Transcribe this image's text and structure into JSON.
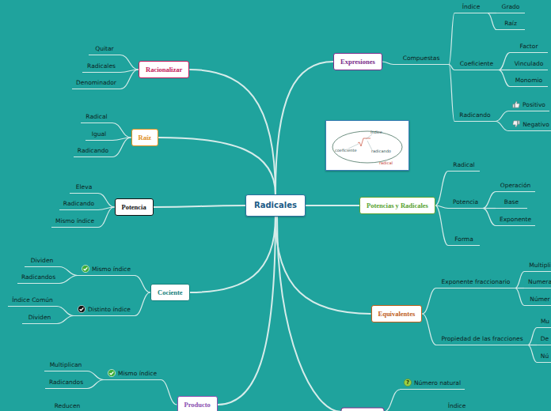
{
  "diagram": {
    "nodes": [
      {
        "text": [
          "Radicales"
        ]
      },
      {
        "text": [
          "Expresiones"
        ]
      },
      {
        "text": [
          "Compuestas"
        ]
      },
      {
        "text": [
          "Índice"
        ]
      },
      {
        "text": [
          "Grado"
        ]
      },
      {
        "text": [
          "Raíz"
        ]
      },
      {
        "text": [
          "Coeficiente"
        ]
      },
      {
        "text": [
          "Factor"
        ]
      },
      {
        "text": [
          "Vinculado"
        ]
      },
      {
        "text": [
          "Monomio"
        ]
      },
      {
        "text": [
          "Radicando"
        ]
      },
      {
        "text": [
          "Positivo"
        ]
      },
      {
        "text": [
          "Negativo"
        ]
      },
      {
        "text": [
          "índice",
          "coeficiente",
          "radicando",
          "radical"
        ]
      },
      {
        "text": [
          "Potencias y Radicales"
        ]
      },
      {
        "text": [
          "Radical"
        ]
      },
      {
        "text": [
          "Potencia"
        ]
      },
      {
        "text": [
          "Operación"
        ]
      },
      {
        "text": [
          "Base"
        ]
      },
      {
        "text": [
          "Exponente"
        ]
      },
      {
        "text": [
          "Forma"
        ]
      },
      {
        "text": [
          "Equivalentes"
        ]
      },
      {
        "text": [
          "Exponente fraccionario"
        ]
      },
      {
        "text": [
          "Multipli"
        ]
      },
      {
        "text": [
          "Numera"
        ]
      },
      {
        "text": [
          "Númer"
        ]
      },
      {
        "text": [
          "Propiedad de las fracciones"
        ]
      },
      {
        "text": [
          "Mu"
        ]
      },
      {
        "text": [
          "De"
        ]
      },
      {
        "text": [
          "Nú"
        ]
      },
      {
        "text": [
          "Número natural"
        ]
      },
      {
        "text": [
          "Índice"
        ]
      },
      {
        "text": [
          "Racionalizar"
        ]
      },
      {
        "text": [
          "Quitar"
        ]
      },
      {
        "text": [
          "Radicales"
        ]
      },
      {
        "text": [
          "Denominador"
        ]
      },
      {
        "text": [
          "Raíz"
        ]
      },
      {
        "text": [
          "Radical"
        ]
      },
      {
        "text": [
          "Igual"
        ]
      },
      {
        "text": [
          "Radicando"
        ]
      },
      {
        "text": [
          "Potencia"
        ]
      },
      {
        "text": [
          "Eleva"
        ]
      },
      {
        "text": [
          "Radicando"
        ]
      },
      {
        "text": [
          "Mismo índice"
        ]
      },
      {
        "text": [
          "Cociente"
        ]
      },
      {
        "text": [
          "Mismo índice"
        ]
      },
      {
        "text": [
          "Dividen"
        ]
      },
      {
        "text": [
          "Radicandos"
        ]
      },
      {
        "text": [
          "Distinto índice"
        ]
      },
      {
        "text": [
          "Índice Común"
        ]
      },
      {
        "text": [
          "Dividen"
        ]
      },
      {
        "text": [
          "Producto"
        ]
      },
      {
        "text": [
          "Mismo índice"
        ]
      },
      {
        "text": [
          "Multiplican"
        ]
      },
      {
        "text": [
          "Radicandos"
        ]
      },
      {
        "text": [
          "Reducen"
        ]
      }
    ],
    "edges": [
      {
        "from": 0,
        "to": 1,
        "arrow": "none"
      },
      {
        "from": 1,
        "to": 2,
        "arrow": "none"
      },
      {
        "from": 2,
        "to": 3,
        "arrow": "none"
      },
      {
        "from": 3,
        "to": 4,
        "arrow": "none"
      },
      {
        "from": 3,
        "to": 5,
        "arrow": "none"
      },
      {
        "from": 2,
        "to": 6,
        "arrow": "none"
      },
      {
        "from": 6,
        "to": 7,
        "arrow": "none"
      },
      {
        "from": 6,
        "to": 8,
        "arrow": "none"
      },
      {
        "from": 6,
        "to": 9,
        "arrow": "none"
      },
      {
        "from": 2,
        "to": 10,
        "arrow": "none"
      },
      {
        "from": 10,
        "to": 11,
        "arrow": "none"
      },
      {
        "from": 10,
        "to": 12,
        "arrow": "none"
      },
      {
        "from": 0,
        "to": 14,
        "arrow": "none"
      },
      {
        "from": 14,
        "to": 15,
        "arrow": "none"
      },
      {
        "from": 14,
        "to": 16,
        "arrow": "none"
      },
      {
        "from": 16,
        "to": 17,
        "arrow": "none"
      },
      {
        "from": 16,
        "to": 18,
        "arrow": "none"
      },
      {
        "from": 16,
        "to": 19,
        "arrow": "none"
      },
      {
        "from": 14,
        "to": 20,
        "arrow": "none"
      },
      {
        "from": 0,
        "to": 21,
        "arrow": "none"
      },
      {
        "from": 21,
        "to": 22,
        "arrow": "none"
      },
      {
        "from": 22,
        "to": 23,
        "arrow": "none"
      },
      {
        "from": 22,
        "to": 24,
        "arrow": "none"
      },
      {
        "from": 22,
        "to": 25,
        "arrow": "none"
      },
      {
        "from": 21,
        "to": 26,
        "arrow": "none"
      },
      {
        "from": 26,
        "to": 27,
        "arrow": "none"
      },
      {
        "from": 26,
        "to": 28,
        "arrow": "none"
      },
      {
        "from": 26,
        "to": 29,
        "arrow": "none"
      },
      {
        "from": 0,
        "to": 32,
        "arrow": "none"
      },
      {
        "from": 32,
        "to": 33,
        "arrow": "none"
      },
      {
        "from": 32,
        "to": 34,
        "arrow": "none"
      },
      {
        "from": 32,
        "to": 35,
        "arrow": "none"
      },
      {
        "from": 0,
        "to": 36,
        "arrow": "none"
      },
      {
        "from": 36,
        "to": 37,
        "arrow": "none"
      },
      {
        "from": 36,
        "to": 38,
        "arrow": "none"
      },
      {
        "from": 36,
        "to": 39,
        "arrow": "none"
      },
      {
        "from": 0,
        "to": 40,
        "arrow": "none"
      },
      {
        "from": 40,
        "to": 41,
        "arrow": "none"
      },
      {
        "from": 40,
        "to": 42,
        "arrow": "none"
      },
      {
        "from": 40,
        "to": 43,
        "arrow": "none"
      },
      {
        "from": 0,
        "to": 44,
        "arrow": "none"
      },
      {
        "from": 44,
        "to": 45,
        "arrow": "none"
      },
      {
        "from": 45,
        "to": 46,
        "arrow": "none"
      },
      {
        "from": 45,
        "to": 47,
        "arrow": "none"
      },
      {
        "from": 44,
        "to": 48,
        "arrow": "none"
      },
      {
        "from": 48,
        "to": 49,
        "arrow": "none"
      },
      {
        "from": 48,
        "to": 50,
        "arrow": "none"
      },
      {
        "from": 0,
        "to": 51,
        "arrow": "none"
      },
      {
        "from": 51,
        "to": 52,
        "arrow": "none"
      },
      {
        "from": 52,
        "to": 53,
        "arrow": "none"
      },
      {
        "from": 52,
        "to": 54,
        "arrow": "none"
      }
    ],
    "labels": [
      "?"
    ]
  }
}
